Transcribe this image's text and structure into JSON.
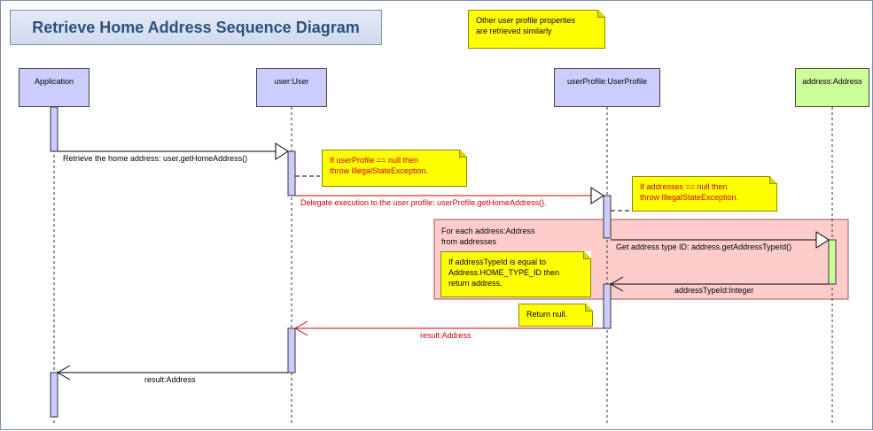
{
  "title": "Retrieve Home Address Sequence Diagram",
  "top_note": "Other user profile properties\nare retrieved similarly",
  "lifelines": [
    {
      "name": "Application",
      "color": "#ccccff"
    },
    {
      "name": "user:User",
      "color": "#ccccff"
    },
    {
      "name": "userProfile:UserProfile",
      "color": "#ccccff"
    },
    {
      "name": "address:Address",
      "color": "#ccff99"
    }
  ],
  "messages": {
    "m1": "Retrieve the home address: user.getHomeAddress()",
    "m2": "Delegate execution to the user profile: userProfile.getHomeAddress().",
    "m3": "Get address type ID: address.getAddressTypeId()",
    "r1": "addressTypeId:Integer",
    "r2": "result:Address",
    "r3": "result:Address"
  },
  "notes": {
    "user_null": "If userProfile == null then\nthrow IllegalStateException.",
    "addresses_null": "If addresses == null then\nthrow IllegalStateException.",
    "type_check": "If addressTypeId is equal to\nAddress.HOME_TYPE_ID then\nreturn address.",
    "return_null": "Return null."
  },
  "loop": {
    "label": "For each address:Address\n  from addresses",
    "color": "#ffcccc"
  },
  "colors": {
    "message_black": "#000000",
    "message_red": "#cc0000",
    "note_yellow": "#ffff00",
    "activation": "#ccccff"
  }
}
